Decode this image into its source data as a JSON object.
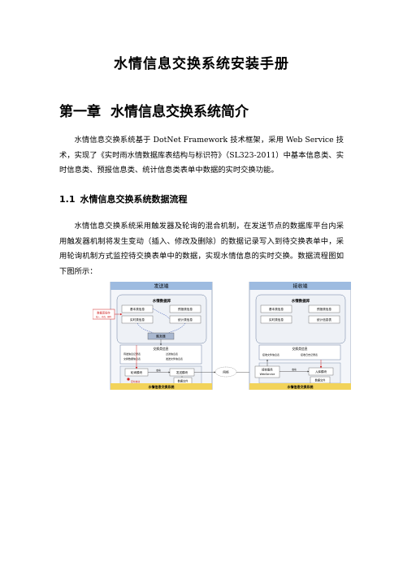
{
  "doc": {
    "title": "水情信息交换系统安装手册",
    "chapter": {
      "number": "第一章",
      "title": "水情信息交换系统简介"
    },
    "intro": "水情信息交换系统基于 DotNet Framework 技术框架，采用 Web Service 技术，实现了《实时雨水情数据库表结构与标识符》（SL323-2011）中基本信息类、实时信息类、预报信息类、统计信息类表单中数据的实时交换功能。",
    "section": {
      "number": "1.1",
      "title": "水情信息交换系统数据流程"
    },
    "flow_text": "水情信息交换系统采用触发器及轮询的混合机制，在发送节点的数据库平台内采用触发器机制将发生变动（插入、修改及删除）的数据记录写入到待交换表单中，采用轮询机制方式监控待交换表单中的数据，实现水情信息的实时交换。数据流程图如下图所示："
  },
  "diagram": {
    "sender": {
      "header": "发送端",
      "db_title": "水情数据库",
      "boxes": [
        "基本类信息",
        "预报类信息",
        "实时类信息",
        "统计类信息"
      ],
      "trigger": "触发器",
      "exchange_title": "交换类信息",
      "exchange_items": [
        "待发信息记录表",
        "过滤信息表",
        "交换数据信息表",
        "发送文件信息表"
      ],
      "poll": "轮询模块",
      "send": "发送模块",
      "start": "启动",
      "timer": "定时启动",
      "file": "数据文件",
      "footer": "水情信息交换系统",
      "ops_title": "数据库操作",
      "ops_sub": "插入、修改、删除"
    },
    "network": "网络",
    "receiver": {
      "header": "接收端",
      "db_title": "水情数据库",
      "boxes": [
        "基本类信息",
        "预报类信息",
        "实时类信息",
        "统计信息表"
      ],
      "exchange_title": "交换类信息",
      "exchange_items": [
        "接收文件信息表",
        "接收日志记录表"
      ],
      "service": "接收服务",
      "service2": "WebService",
      "start": "启动",
      "import": "入库模块",
      "file": "数据文件",
      "footer": "水情信息交换系统"
    },
    "colors": {
      "header": "#9dbbe0",
      "footer": "#f2d35a",
      "box": "#ffffff",
      "arrow_red": "#d02020",
      "trigger": "#a9b8d0"
    }
  }
}
